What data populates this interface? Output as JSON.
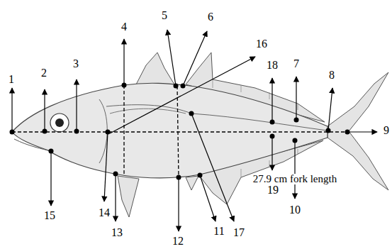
{
  "diagram": {
    "labels": [
      "1",
      "2",
      "3",
      "4",
      "5",
      "6",
      "16",
      "18",
      "7",
      "8",
      "9",
      "14",
      "15",
      "13",
      "12",
      "11",
      "17",
      "19",
      "10",
      "27.9 cm fork length"
    ]
  }
}
